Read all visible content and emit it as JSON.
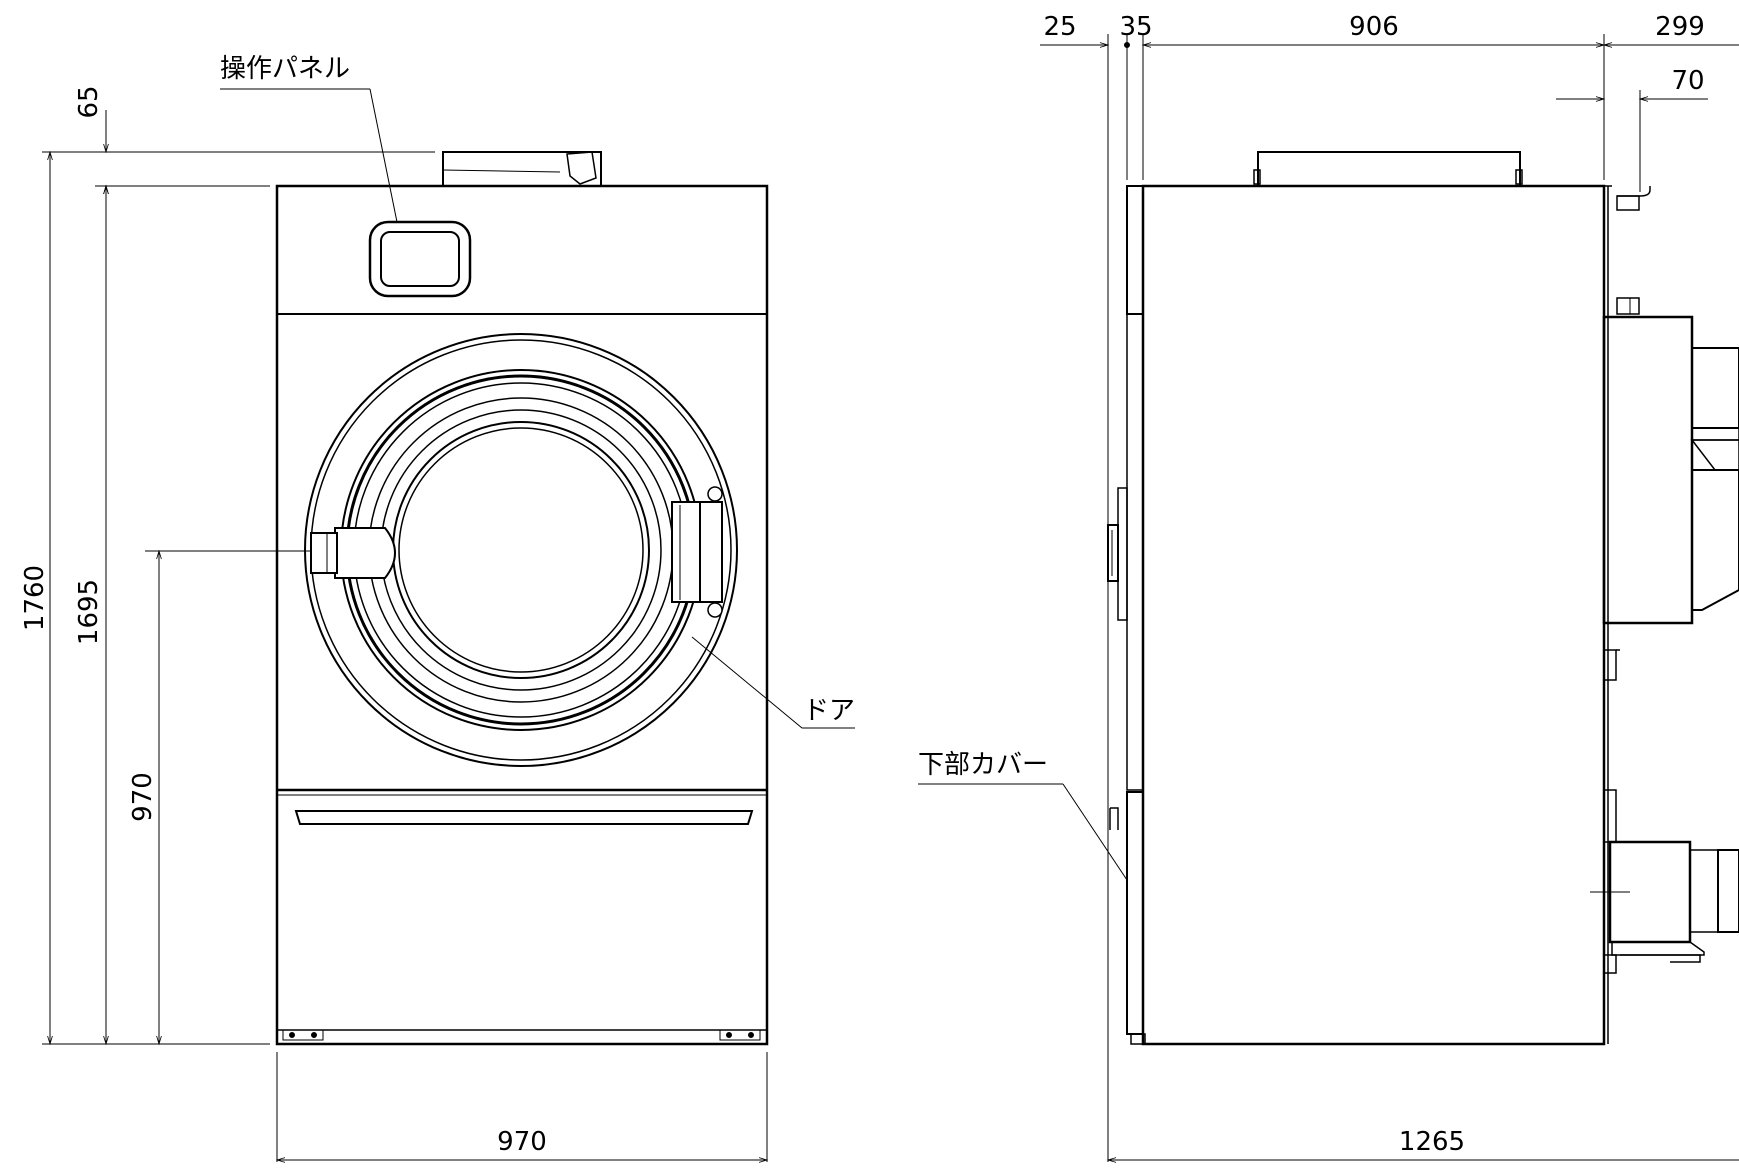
{
  "labels": {
    "control_panel": "操作パネル",
    "door": "ドア",
    "lower_cover": "下部カバー"
  },
  "front_view_dimensions": {
    "top_offset": "65",
    "total_height": "1760",
    "body_height": "1695",
    "door_center_height": "970",
    "width": "970"
  },
  "side_view_dimensions": {
    "front_panel": "25",
    "door_offset": "35",
    "body_depth": "906",
    "rear_depth": "299",
    "rear_pipe": "70",
    "total_depth": "1265"
  }
}
